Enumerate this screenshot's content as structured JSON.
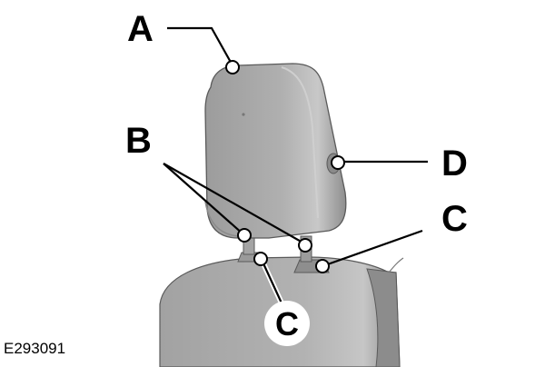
{
  "figure": {
    "id_code": "E293091",
    "callouts": {
      "a": "A",
      "b": "B",
      "c_right": "C",
      "c_bottom": "C",
      "d": "D"
    }
  },
  "colors": {
    "part_fill": "#a8a8a8",
    "part_light": "#c4c4c4",
    "part_dark": "#7c7c7c",
    "outline": "#5a5a5a",
    "ink": "#000000"
  }
}
